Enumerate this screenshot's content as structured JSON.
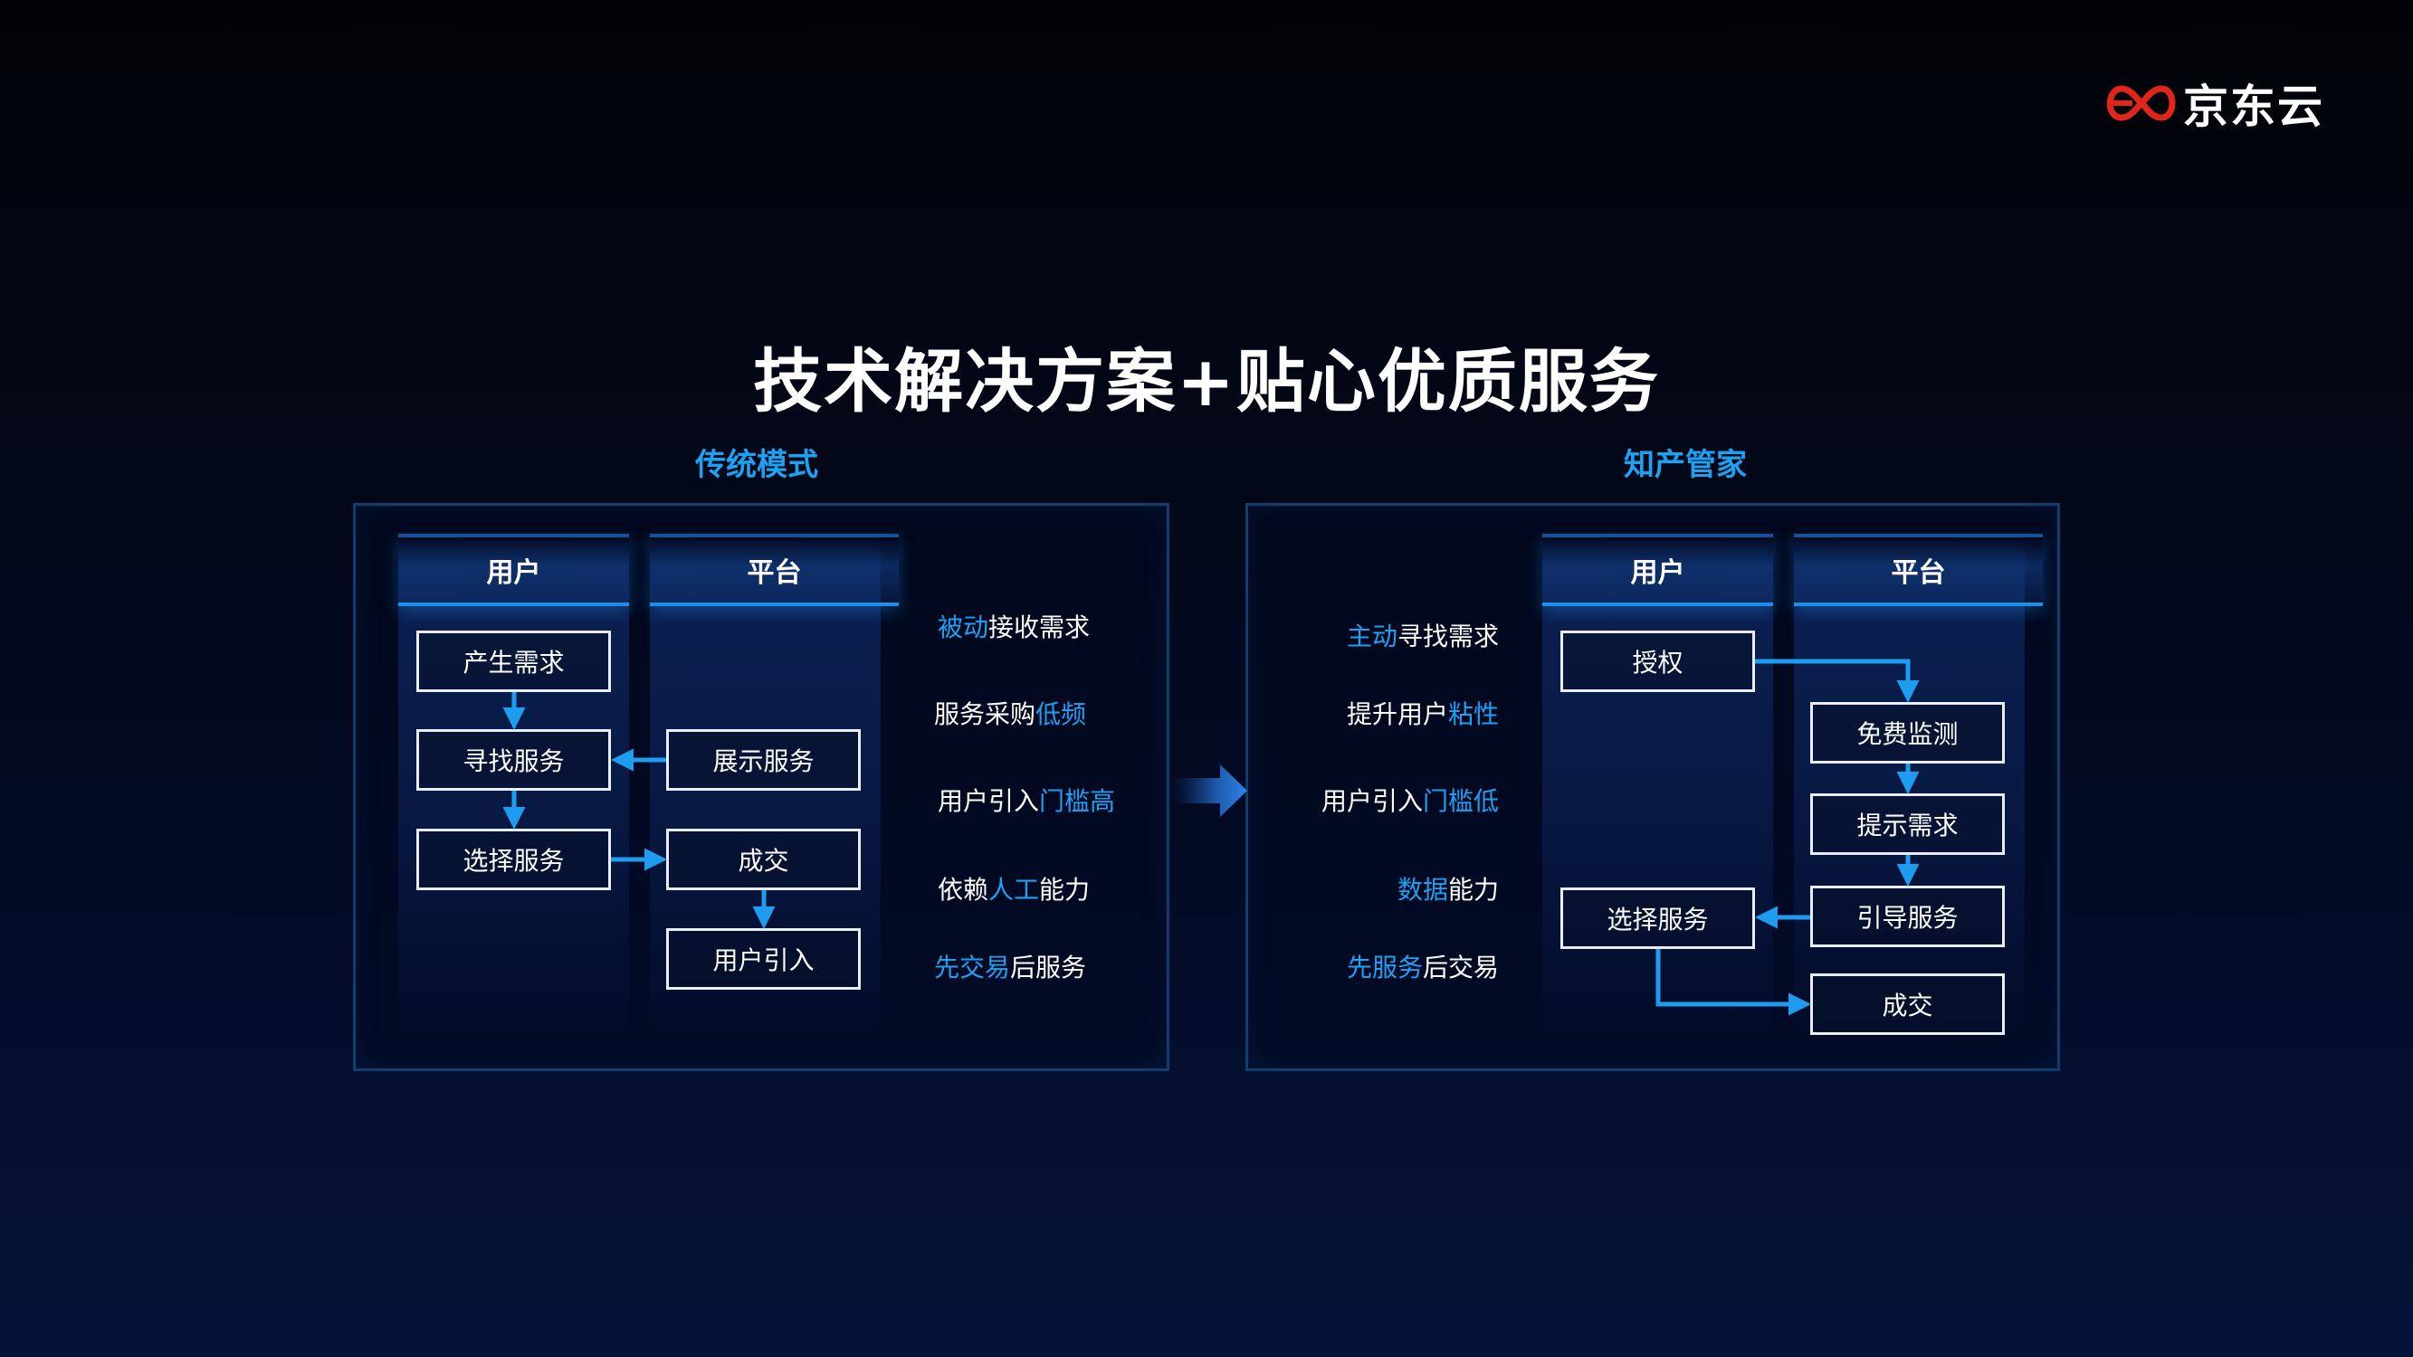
{
  "logo": {
    "text": "京东云",
    "color": "#e1251b"
  },
  "title": "技术解决方案+贴心优质服务",
  "traditional": {
    "title": "传统模式",
    "col_user": "用户",
    "col_platform": "平台",
    "boxes": {
      "need": "产生需求",
      "find": "寻找服务",
      "select": "选择服务",
      "show": "展示服务",
      "deal": "成交",
      "attract": "用户引入"
    },
    "features": [
      {
        "hl": "被动",
        "rest": "接收需求"
      },
      {
        "pre": "服务采购",
        "hl": "低频"
      },
      {
        "pre": "用户引入",
        "hl": "门槛高"
      },
      {
        "pre": "依赖",
        "hl": "人工",
        "rest": "能力"
      },
      {
        "hl": "先交易",
        "rest": "后服务"
      }
    ]
  },
  "ip": {
    "title": "知产管家",
    "col_user": "用户",
    "col_platform": "平台",
    "boxes": {
      "auth": "授权",
      "select": "选择服务",
      "monitor": "免费监测",
      "prompt": "提示需求",
      "guide": "引导服务",
      "deal": "成交"
    },
    "features": [
      {
        "hl": "主动",
        "rest": "寻找需求"
      },
      {
        "pre": "提升用户",
        "hl": "粘性"
      },
      {
        "pre": "用户引入",
        "hl": "门槛低"
      },
      {
        "hl": "数据",
        "rest": "能力"
      },
      {
        "hl": "先服务",
        "rest": "后交易"
      }
    ]
  },
  "colors": {
    "accent": "#1da1f2",
    "arrow": "#1e9cf0",
    "panel_border": "#0f3d6e"
  }
}
